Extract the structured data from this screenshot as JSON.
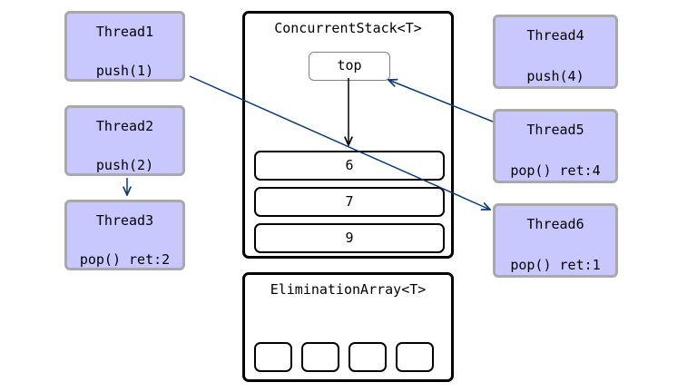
{
  "colors": {
    "thread_fill": "#c8c8ff",
    "thread_border": "#a9a9a9",
    "arrow": "#0b3b7a"
  },
  "threads": [
    {
      "name": "Thread1",
      "op": "push(1)"
    },
    {
      "name": "Thread2",
      "op": "push(2)"
    },
    {
      "name": "Thread3",
      "op": "pop() ret:2"
    },
    {
      "name": "Thread4",
      "op": "push(4)"
    },
    {
      "name": "Thread5",
      "op": "pop() ret:4"
    },
    {
      "name": "Thread6",
      "op": "pop() ret:1"
    }
  ],
  "stack": {
    "title": "ConcurrentStack<T>",
    "top_label": "top",
    "nodes": [
      "6",
      "7",
      "9"
    ]
  },
  "elimination": {
    "title": "EliminationArray<T>",
    "slots": 4
  }
}
